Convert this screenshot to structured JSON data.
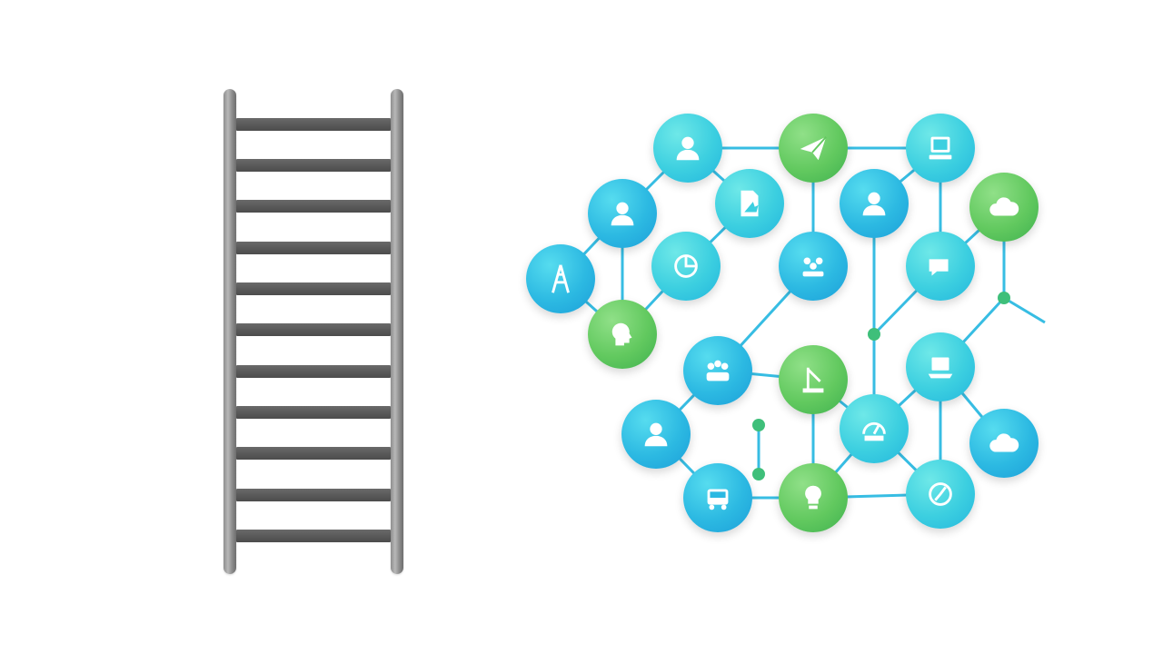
{
  "colors": {
    "background": "#ffffff",
    "ladder_rail": "#9a9a9a",
    "ladder_rung": "#5a5a5a",
    "link": "#37bde3",
    "node_blue": "#2cb9e2",
    "node_green": "#62c95f",
    "junction": "#3fbf7a"
  },
  "ladder": {
    "rung_count": 11
  },
  "network": {
    "nodes": [
      {
        "id": "user-icon-1",
        "color": "cyan",
        "icon": "user-icon"
      },
      {
        "id": "paper-plane-icon",
        "color": "green",
        "icon": "paper-plane-icon"
      },
      {
        "id": "computer-icon",
        "color": "cyan",
        "icon": "computer-icon"
      },
      {
        "id": "user-icon-2",
        "color": "blue",
        "icon": "user-icon"
      },
      {
        "id": "document-icon",
        "color": "cyan",
        "icon": "document-icon"
      },
      {
        "id": "user-icon-3",
        "color": "blue",
        "icon": "user-icon"
      },
      {
        "id": "cloud-icon-1",
        "color": "green",
        "icon": "cloud-icon"
      },
      {
        "id": "tower-icon",
        "color": "blue",
        "icon": "tower-icon"
      },
      {
        "id": "pie-chart-icon",
        "color": "cyan",
        "icon": "pie-chart-icon"
      },
      {
        "id": "team-icon",
        "color": "blue",
        "icon": "team-icon"
      },
      {
        "id": "chat-icon",
        "color": "cyan",
        "icon": "chat-icon"
      },
      {
        "id": "head-icon",
        "color": "green",
        "icon": "head-icon"
      },
      {
        "id": "group-icon",
        "color": "blue",
        "icon": "group-icon"
      },
      {
        "id": "crane-icon",
        "color": "green",
        "icon": "crane-icon"
      },
      {
        "id": "laptop-icon",
        "color": "cyan",
        "icon": "laptop-icon"
      },
      {
        "id": "user-icon-4",
        "color": "blue",
        "icon": "user-icon"
      },
      {
        "id": "dashboard-icon",
        "color": "cyan",
        "icon": "dashboard-icon"
      },
      {
        "id": "cloud-icon-2",
        "color": "blue",
        "icon": "cloud-icon"
      },
      {
        "id": "bus-icon",
        "color": "blue",
        "icon": "bus-icon"
      },
      {
        "id": "lightbulb-icon",
        "color": "green",
        "icon": "lightbulb-icon"
      },
      {
        "id": "compass-icon",
        "color": "cyan",
        "icon": "compass-icon"
      }
    ]
  }
}
